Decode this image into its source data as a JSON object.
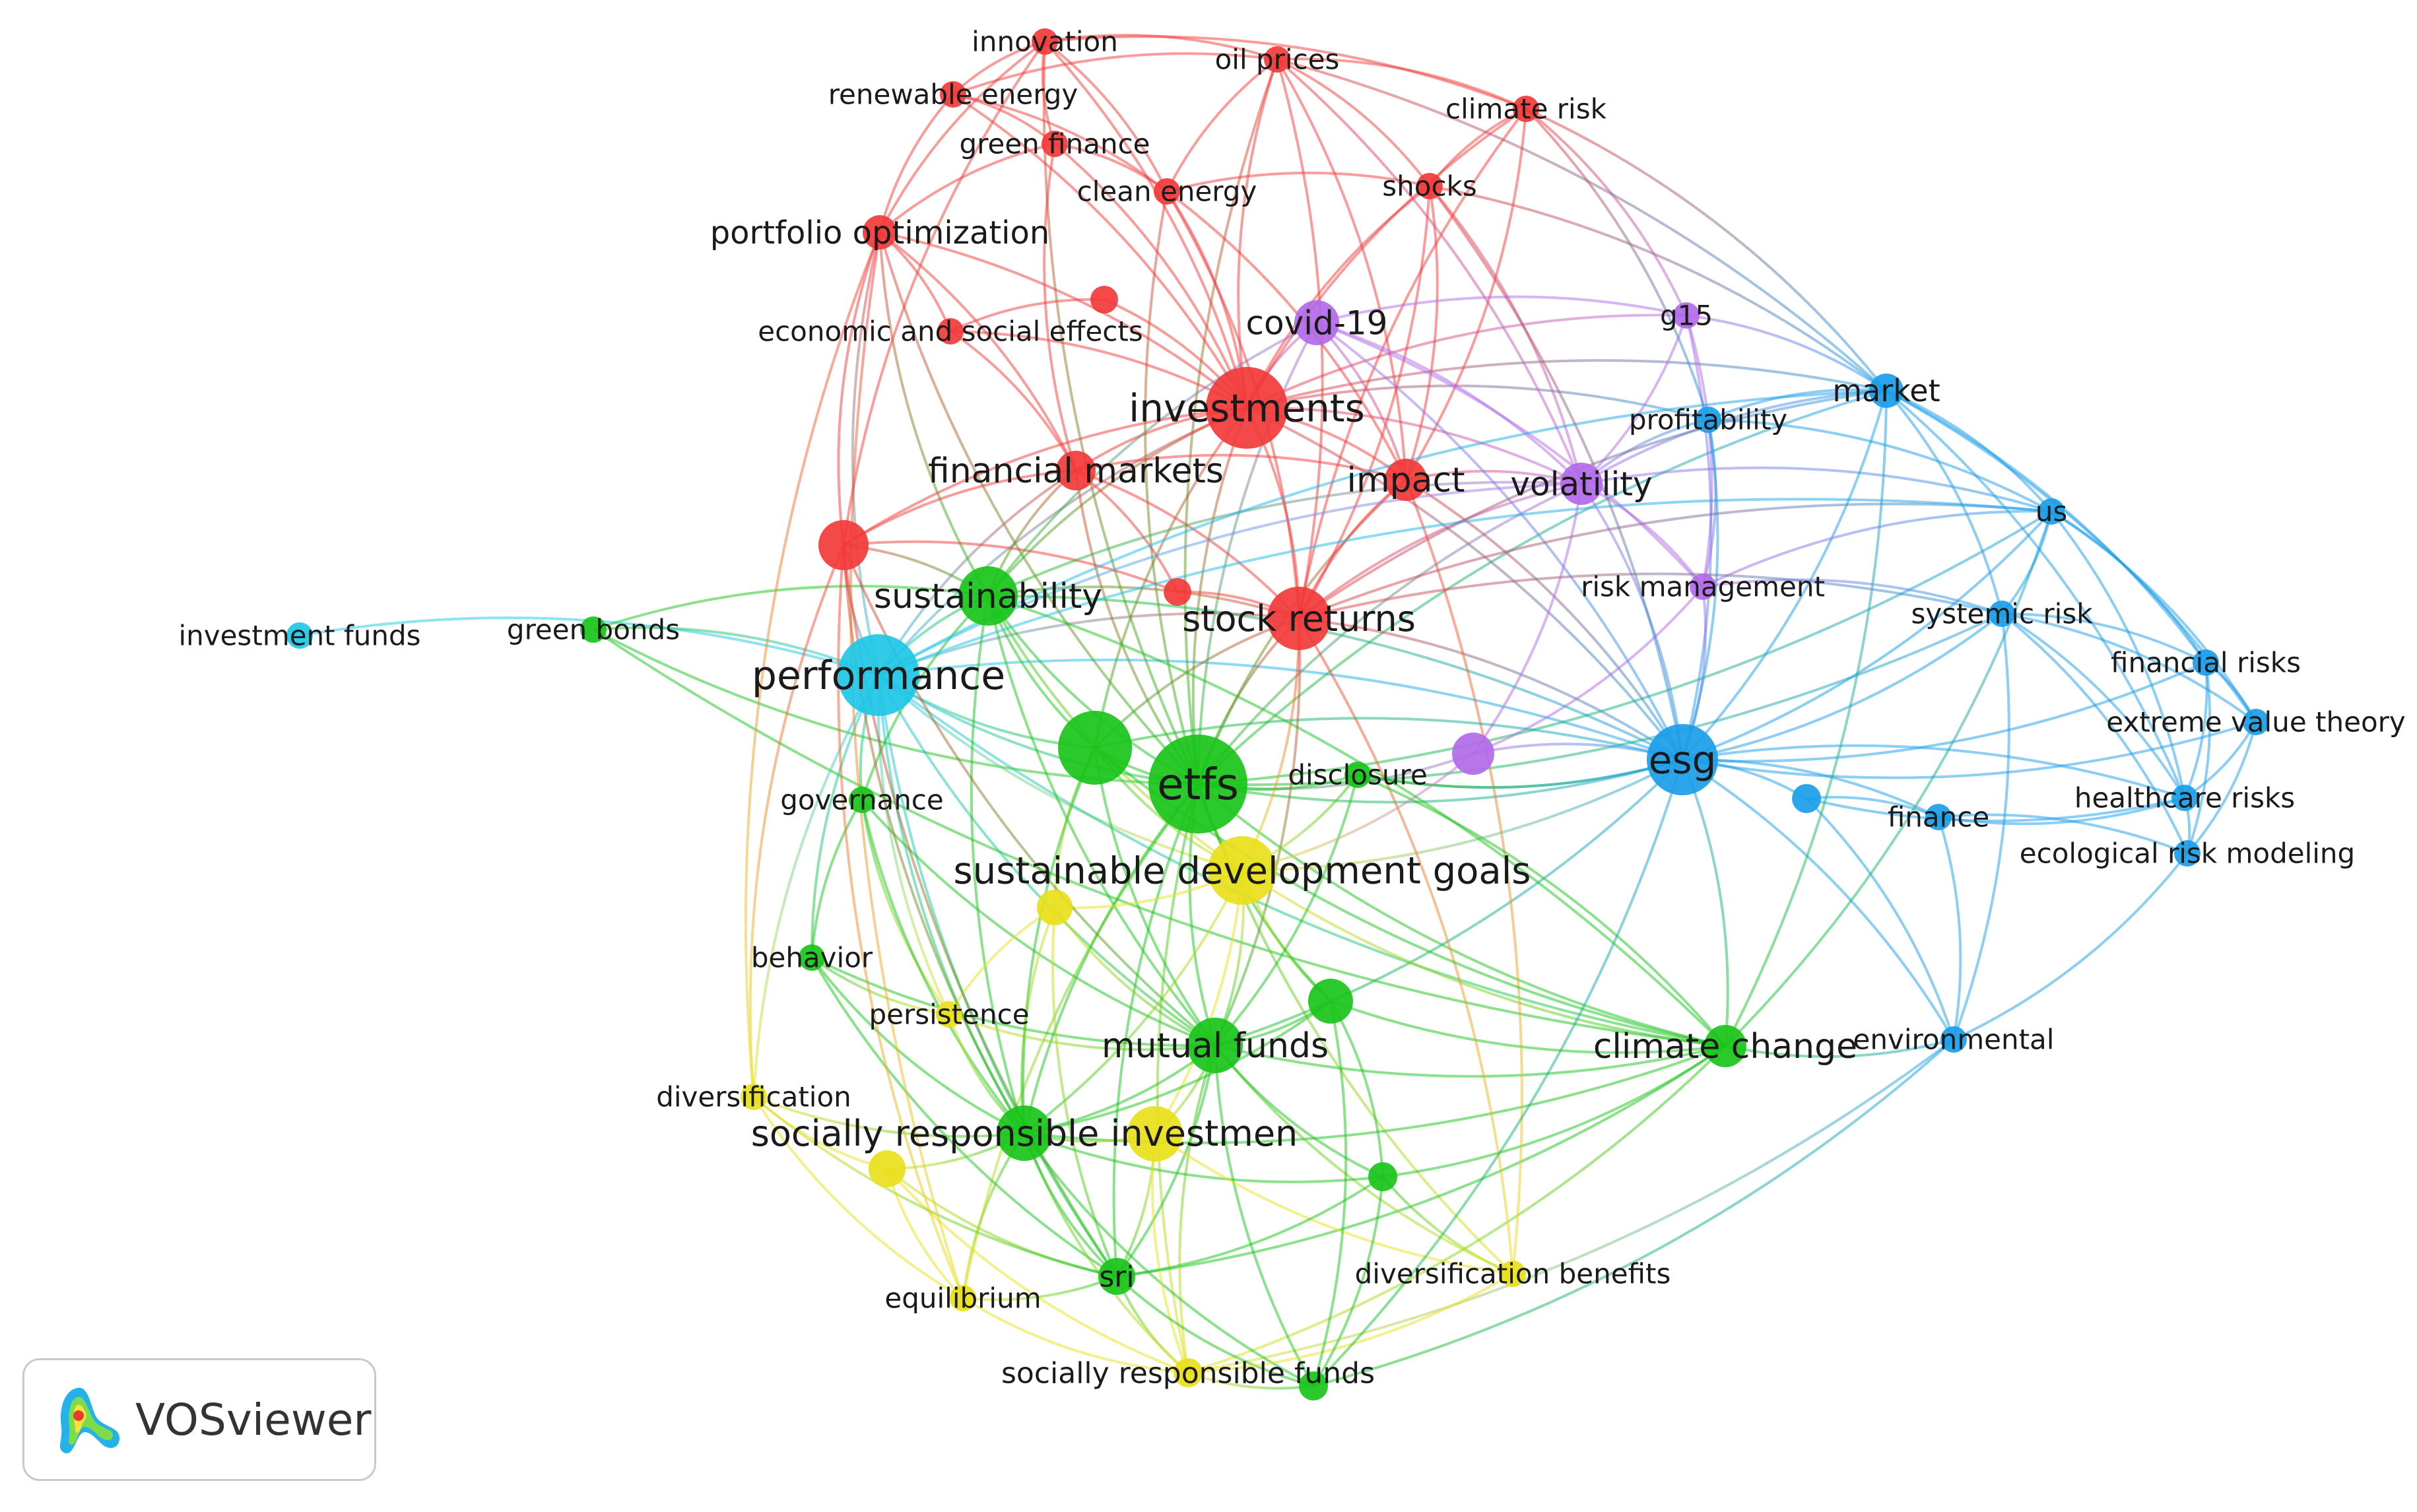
{
  "app": {
    "name": "VOSviewer"
  },
  "cluster_colors": {
    "red": "#f23a3a",
    "green": "#19c419",
    "blue": "#1a9de8",
    "yellow": "#e8e01a",
    "purple": "#b26ae8",
    "cyan": "#1ec7e6"
  },
  "nodes": [
    {
      "id": "innovation",
      "label": "innovation",
      "cluster": "red",
      "weight": 1
    },
    {
      "id": "oil-prices",
      "label": "oil prices",
      "cluster": "red",
      "weight": 1
    },
    {
      "id": "renewable-energy",
      "label": "renewable energy",
      "cluster": "red",
      "weight": 1
    },
    {
      "id": "climate-risk",
      "label": "climate risk",
      "cluster": "red",
      "weight": 1
    },
    {
      "id": "green-finance",
      "label": "green finance",
      "cluster": "red",
      "weight": 1
    },
    {
      "id": "clean-energy",
      "label": "clean energy",
      "cluster": "red",
      "weight": 1
    },
    {
      "id": "shocks",
      "label": "shocks",
      "cluster": "red",
      "weight": 1
    },
    {
      "id": "portfolio-optimization",
      "label": "portfolio optimization",
      "cluster": "red",
      "weight": 2
    },
    {
      "id": "economic-and-social-effects",
      "label": "economic and social effects",
      "cluster": "red",
      "weight": 1
    },
    {
      "id": "red-unlabeled-1",
      "label": "",
      "cluster": "red",
      "weight": 1
    },
    {
      "id": "covid-19",
      "label": "covid-19",
      "cluster": "purple",
      "weight": 2
    },
    {
      "id": "g15",
      "label": "g15",
      "cluster": "purple",
      "weight": 1
    },
    {
      "id": "investments",
      "label": "investments",
      "cluster": "red",
      "weight": 5
    },
    {
      "id": "market",
      "label": "market",
      "cluster": "blue",
      "weight": 2
    },
    {
      "id": "profitability",
      "label": "profitability",
      "cluster": "blue",
      "weight": 1
    },
    {
      "id": "financial-markets",
      "label": "financial markets",
      "cluster": "red",
      "weight": 2
    },
    {
      "id": "impact",
      "label": "impact",
      "cluster": "red",
      "weight": 2
    },
    {
      "id": "volatility",
      "label": "volatility",
      "cluster": "purple",
      "weight": 2
    },
    {
      "id": "us",
      "label": "us",
      "cluster": "blue",
      "weight": 1
    },
    {
      "id": "red-unlabeled-2",
      "label": "",
      "cluster": "red",
      "weight": 3
    },
    {
      "id": "sustainability",
      "label": "sustainability",
      "cluster": "green",
      "weight": 3
    },
    {
      "id": "red-unlabeled-3",
      "label": "",
      "cluster": "red",
      "weight": 1
    },
    {
      "id": "risk-management",
      "label": "risk management",
      "cluster": "purple",
      "weight": 1
    },
    {
      "id": "investment-funds",
      "label": "investment funds",
      "cluster": "cyan",
      "weight": 1
    },
    {
      "id": "green-bonds",
      "label": "green bonds",
      "cluster": "green",
      "weight": 1
    },
    {
      "id": "stock-returns",
      "label": "stock returns",
      "cluster": "red",
      "weight": 4
    },
    {
      "id": "systemic-risk",
      "label": "systemic risk",
      "cluster": "blue",
      "weight": 1
    },
    {
      "id": "financial-risks",
      "label": "financial risks",
      "cluster": "blue",
      "weight": 1
    },
    {
      "id": "performance",
      "label": "performance",
      "cluster": "cyan",
      "weight": 7
    },
    {
      "id": "extreme-value-theory",
      "label": "extreme value theory",
      "cluster": "blue",
      "weight": 1
    },
    {
      "id": "green-unlabeled-1",
      "label": "",
      "cluster": "green",
      "weight": 5
    },
    {
      "id": "etfs",
      "label": "etfs",
      "cluster": "green",
      "weight": 9
    },
    {
      "id": "disclosure",
      "label": "disclosure",
      "cluster": "green",
      "weight": 1
    },
    {
      "id": "purple-unlabeled-1",
      "label": "",
      "cluster": "purple",
      "weight": 2
    },
    {
      "id": "esg",
      "label": "esg",
      "cluster": "blue",
      "weight": 5
    },
    {
      "id": "blue-unlabeled-1",
      "label": "",
      "cluster": "blue",
      "weight": 1
    },
    {
      "id": "governance",
      "label": "governance",
      "cluster": "green",
      "weight": 1
    },
    {
      "id": "healthcare-risks",
      "label": "healthcare risks",
      "cluster": "blue",
      "weight": 1
    },
    {
      "id": "finance",
      "label": "finance",
      "cluster": "blue",
      "weight": 1
    },
    {
      "id": "ecological-risk-modeling",
      "label": "ecological risk modeling",
      "cluster": "blue",
      "weight": 1
    },
    {
      "id": "sustainable-development-goals",
      "label": "sustainable development goals",
      "cluster": "yellow",
      "weight": 5
    },
    {
      "id": "yellow-unlabeled-1",
      "label": "",
      "cluster": "yellow",
      "weight": 2
    },
    {
      "id": "behavior",
      "label": "behavior",
      "cluster": "green",
      "weight": 1
    },
    {
      "id": "green-unlabeled-2",
      "label": "",
      "cluster": "green",
      "weight": 2
    },
    {
      "id": "persistence",
      "label": "persistence",
      "cluster": "yellow",
      "weight": 1
    },
    {
      "id": "mutual-funds",
      "label": "mutual funds",
      "cluster": "green",
      "weight": 4
    },
    {
      "id": "climate-change",
      "label": "climate change",
      "cluster": "green",
      "weight": 2
    },
    {
      "id": "environmental",
      "label": "environmental",
      "cluster": "blue",
      "weight": 1
    },
    {
      "id": "diversification",
      "label": "diversification",
      "cluster": "yellow",
      "weight": 1
    },
    {
      "id": "socially-responsible-investmen",
      "label": "socially responsible investmen",
      "cluster": "green",
      "weight": 4
    },
    {
      "id": "yellow-unlabeled-2",
      "label": "",
      "cluster": "yellow",
      "weight": 3
    },
    {
      "id": "yellow-unlabeled-3",
      "label": "",
      "cluster": "yellow",
      "weight": 2
    },
    {
      "id": "green-unlabeled-3",
      "label": "",
      "cluster": "green",
      "weight": 1
    },
    {
      "id": "sri",
      "label": "sri",
      "cluster": "green",
      "weight": 2
    },
    {
      "id": "diversification-benefits",
      "label": "diversification benefits",
      "cluster": "yellow",
      "weight": 1
    },
    {
      "id": "equilibrium",
      "label": "equilibrium",
      "cluster": "yellow",
      "weight": 1
    },
    {
      "id": "socially-responsible-funds",
      "label": "socially responsible funds",
      "cluster": "yellow",
      "weight": 1
    },
    {
      "id": "green-unlabeled-4",
      "label": "",
      "cluster": "green",
      "weight": 1
    }
  ]
}
